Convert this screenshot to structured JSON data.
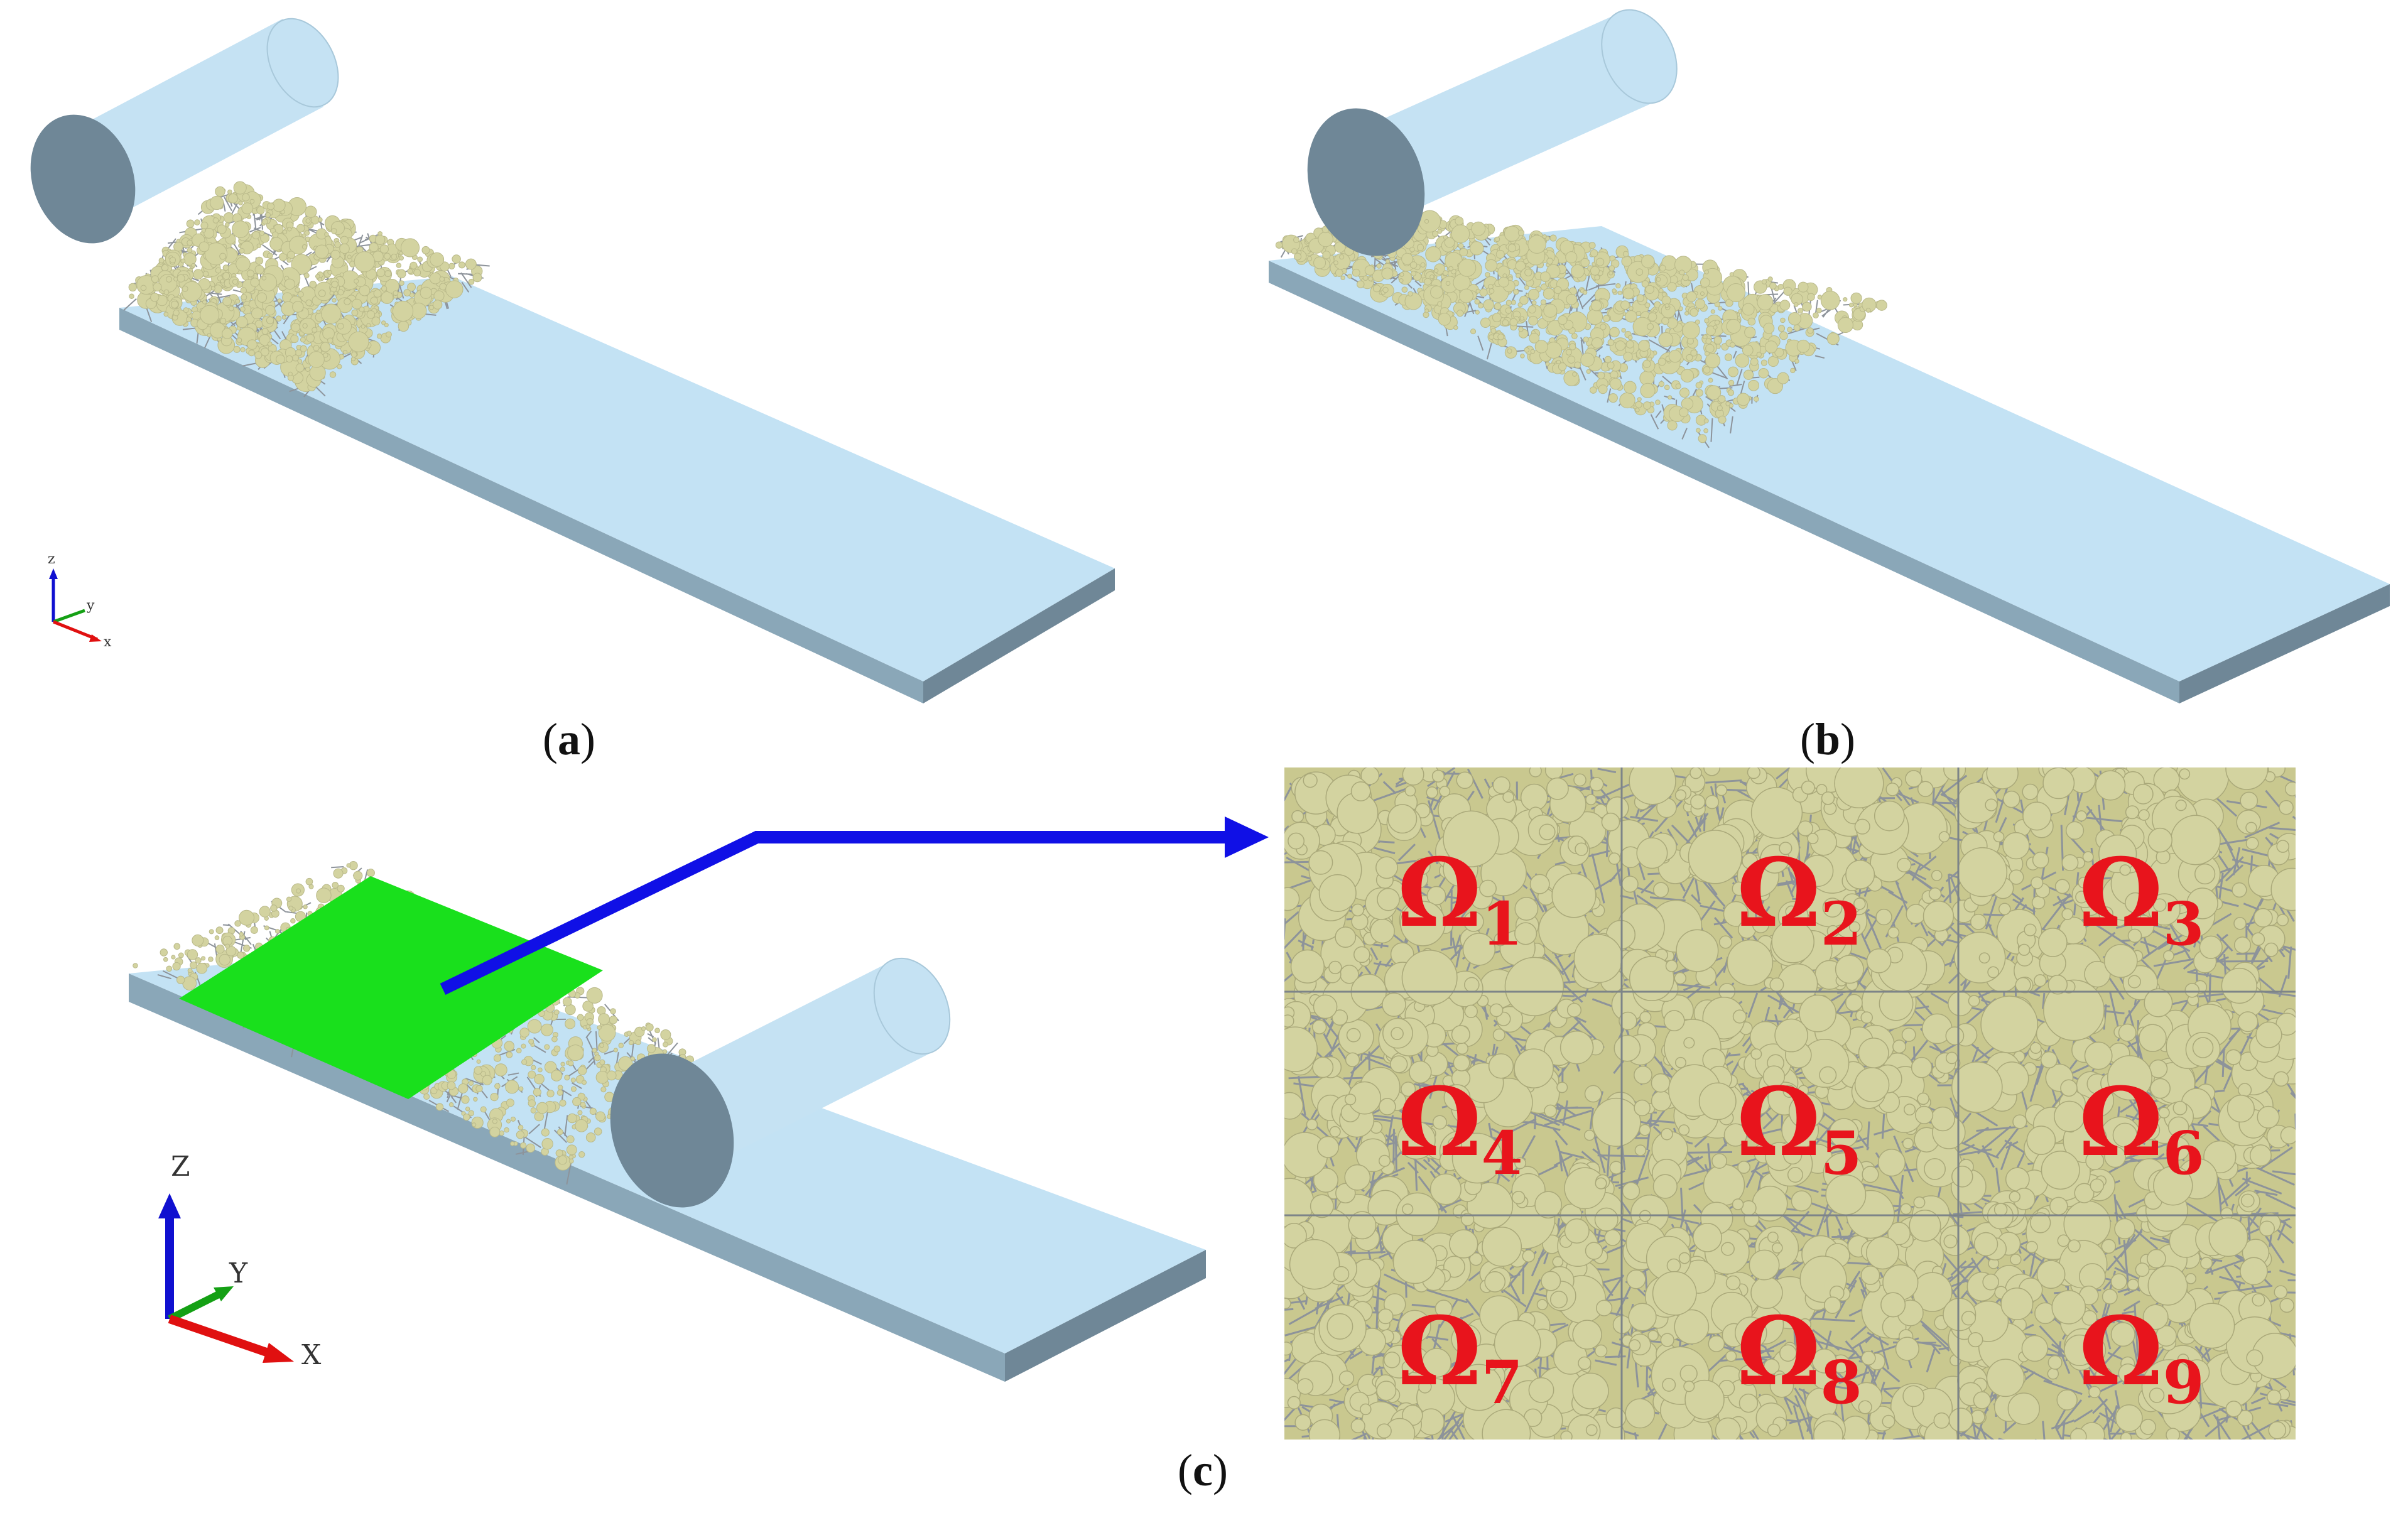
{
  "captions": {
    "a": {
      "open": "(",
      "letter": "a",
      "close": ")"
    },
    "b": {
      "open": "(",
      "letter": "b",
      "close": ")"
    },
    "c": {
      "open": "(",
      "letter": "c",
      "close": ")"
    }
  },
  "axes_small": {
    "z": "z",
    "y": "y",
    "x": "x"
  },
  "axes_large": {
    "z": "Z",
    "y": "Y",
    "x": "X"
  },
  "regions": [
    {
      "symbol": "Ω",
      "sub": "1"
    },
    {
      "symbol": "Ω",
      "sub": "2"
    },
    {
      "symbol": "Ω",
      "sub": "3"
    },
    {
      "symbol": "Ω",
      "sub": "4"
    },
    {
      "symbol": "Ω",
      "sub": "5"
    },
    {
      "symbol": "Ω",
      "sub": "6"
    },
    {
      "symbol": "Ω",
      "sub": "7"
    },
    {
      "symbol": "Ω",
      "sub": "8"
    },
    {
      "symbol": "Ω",
      "sub": "9"
    }
  ],
  "colors": {
    "plate_top": "#c3e2f4",
    "plate_side": "#8aa7b8",
    "roller_body": "#c5e2f3",
    "roller_end": "#6f8797",
    "powder": "#d3d3a0",
    "fiber": "#8d939a",
    "highlight": "#19e01c",
    "arrow": "#1010e6",
    "label": "#e8141c",
    "axis_x": "#e01010",
    "axis_y": "#14a014",
    "axis_z": "#1010d0"
  }
}
